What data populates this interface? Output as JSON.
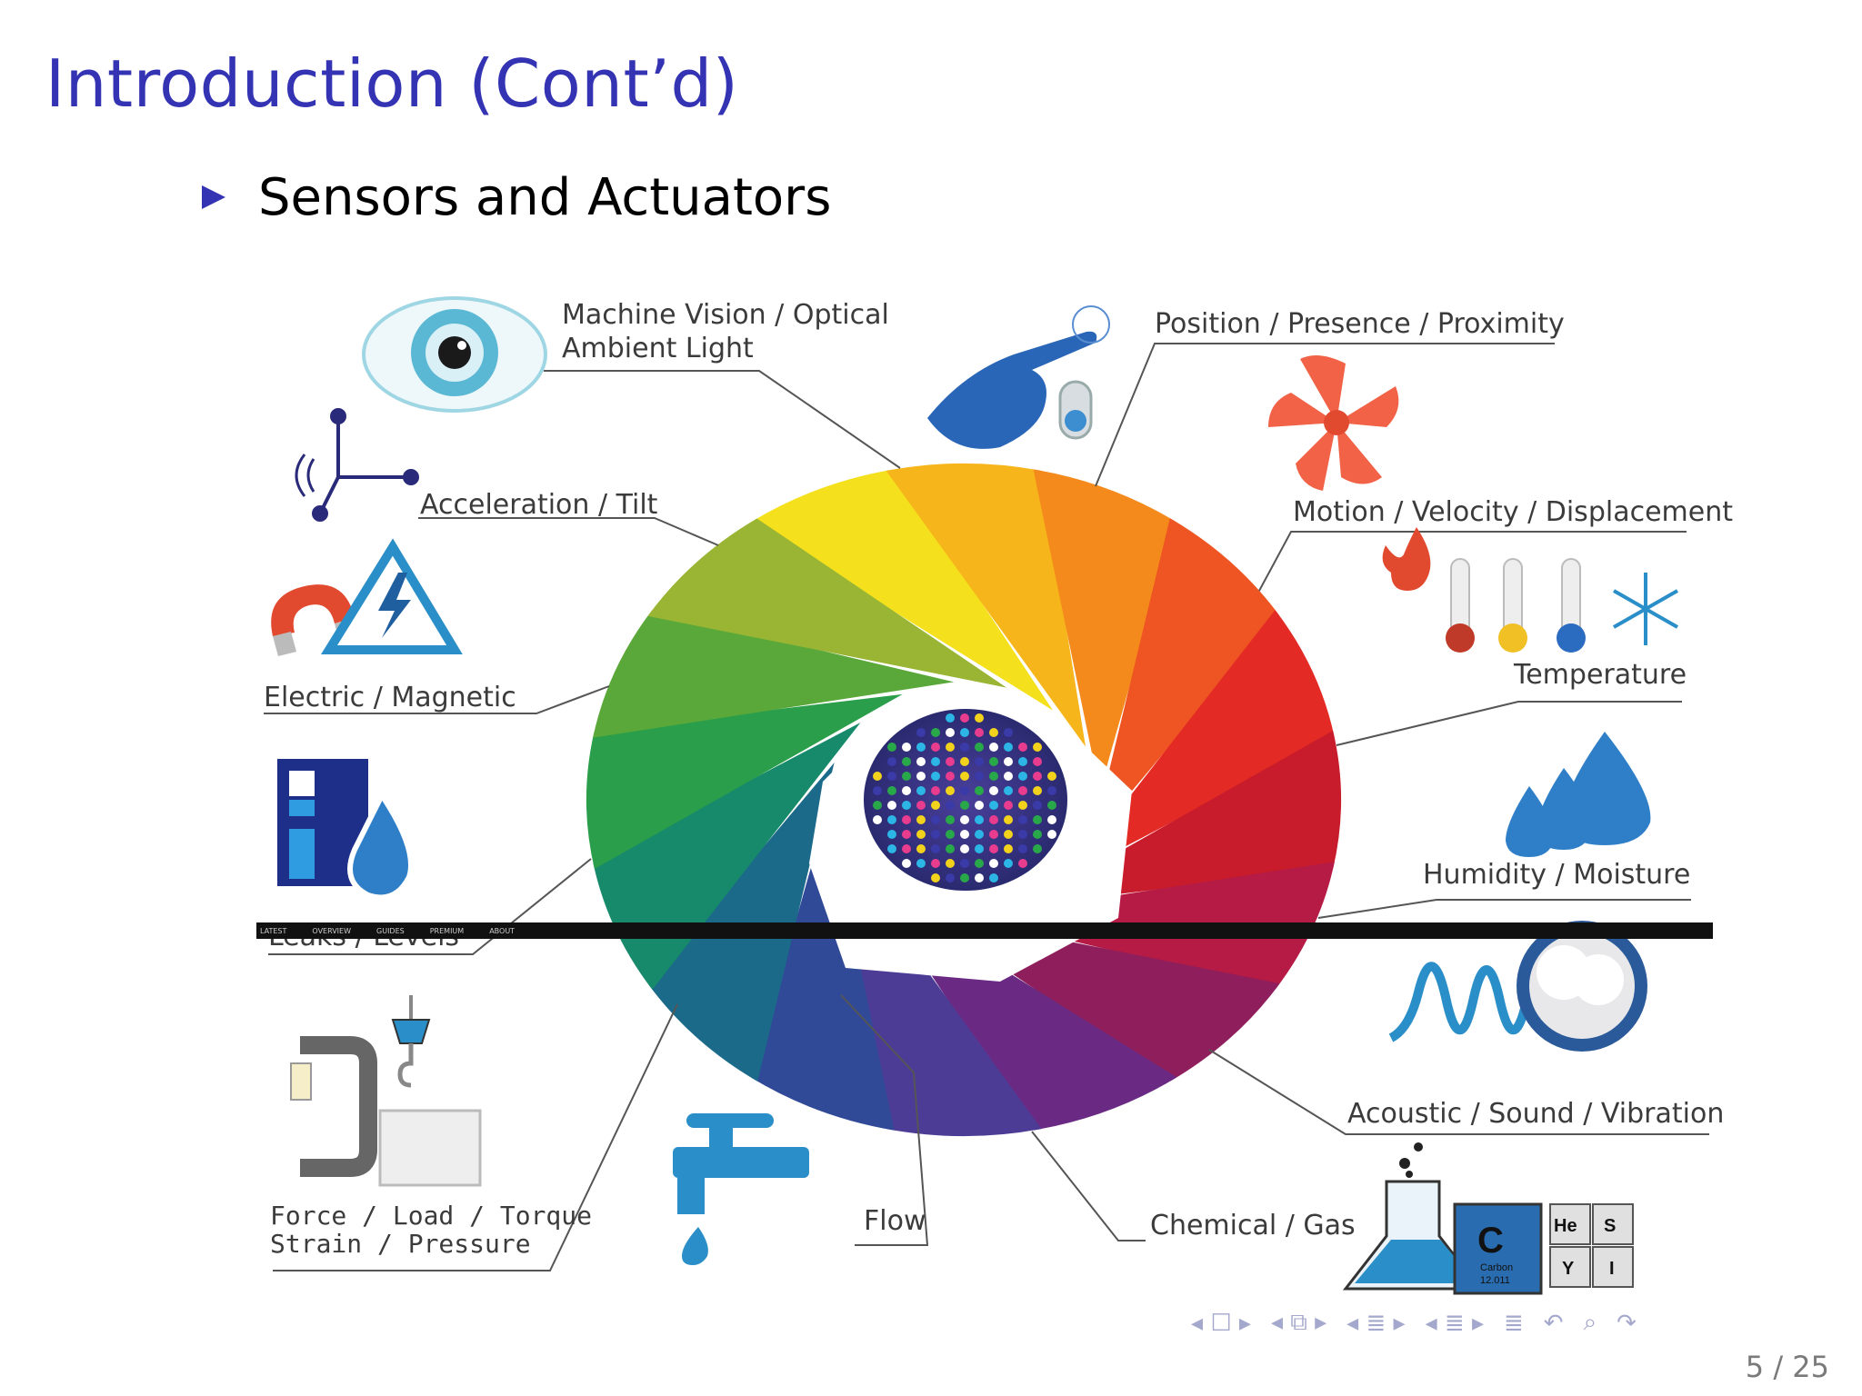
{
  "slide": {
    "title": "Introduction (Cont’d)",
    "bullet": "Sensors and Actuators",
    "page_number": "5 / 25"
  },
  "figure": {
    "labels": {
      "machine_vision_1": "Machine Vision / Optical",
      "machine_vision_2": "Ambient Light",
      "position": "Position / Presence / Proximity",
      "acceleration": "Acceleration / Tilt",
      "motion": "Motion / Velocity / Displacement",
      "electric": "Electric / Magnetic",
      "temperature": "Temperature",
      "humidity": "Humidity / Moisture",
      "leaks": "Leaks / Levels",
      "acoustic": "Acoustic / Sound / Vibration",
      "force_1": "Force / Load / Torque",
      "force_2": "Strain / Pressure",
      "flow": "Flow",
      "chemical": "Chemical / Gas"
    },
    "periodic_tiles": {
      "carbon_symbol": "C",
      "carbon_name": "Carbon",
      "carbon_mass": "12.011",
      "helium": "He",
      "sulfur": "S",
      "yttrium": "Y",
      "iodine": "I"
    },
    "strip_menu": [
      "LATEST",
      "OVERVIEW",
      "GUIDES",
      "PREMIUM",
      "ABOUT"
    ]
  },
  "navigation": {
    "icons": [
      "nav-prev-icon",
      "frame-icon",
      "nav-next-icon",
      "section-icon",
      "subsection-icon",
      "list-icon",
      "search-icon",
      "undo-icon",
      "redo-icon"
    ]
  },
  "colors": {
    "title": "#3333b3",
    "nav": "#a4a8cc"
  }
}
